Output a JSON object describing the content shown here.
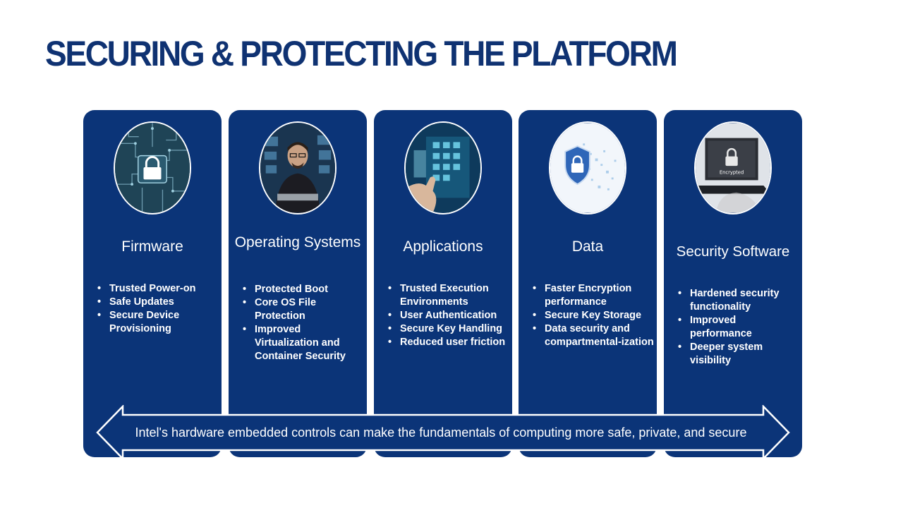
{
  "title": "SECURING & PROTECTING THE PLATFORM",
  "cards": [
    {
      "title": "Firmware",
      "image": "circuit-lock-image",
      "bullets": [
        "Trusted Power-on",
        "Safe Updates",
        "Secure Device Provisioning"
      ]
    },
    {
      "title": "Operating Systems",
      "image": "person-at-computer-image",
      "bullets": [
        "Protected Boot",
        "Core OS File Protection",
        "Improved Virtualization and Container Security"
      ]
    },
    {
      "title": "Applications",
      "image": "app-touchscreen-image",
      "bullets": [
        "Trusted Execution Environments",
        "User Authentication",
        "Secure Key Handling",
        "Reduced user friction"
      ]
    },
    {
      "title": "Data",
      "image": "shield-lock-data-image",
      "bullets": [
        "Faster Encryption performance",
        "Secure Key Storage",
        "Data security and compartmental-ization"
      ]
    },
    {
      "title": "Security Software",
      "image": "encrypted-laptop-image",
      "bullets": [
        "Hardened security functionality",
        "Improved performance",
        "Deeper system visibility"
      ]
    }
  ],
  "footer_arrow_text": "Intel's hardware embedded controls can make the fundamentals of computing more safe, private, and secure",
  "image_labels": {
    "laptop_screen": "Encrypted"
  },
  "colors": {
    "title": "#0f3272",
    "card": "#0b3478",
    "text": "#ffffff"
  }
}
